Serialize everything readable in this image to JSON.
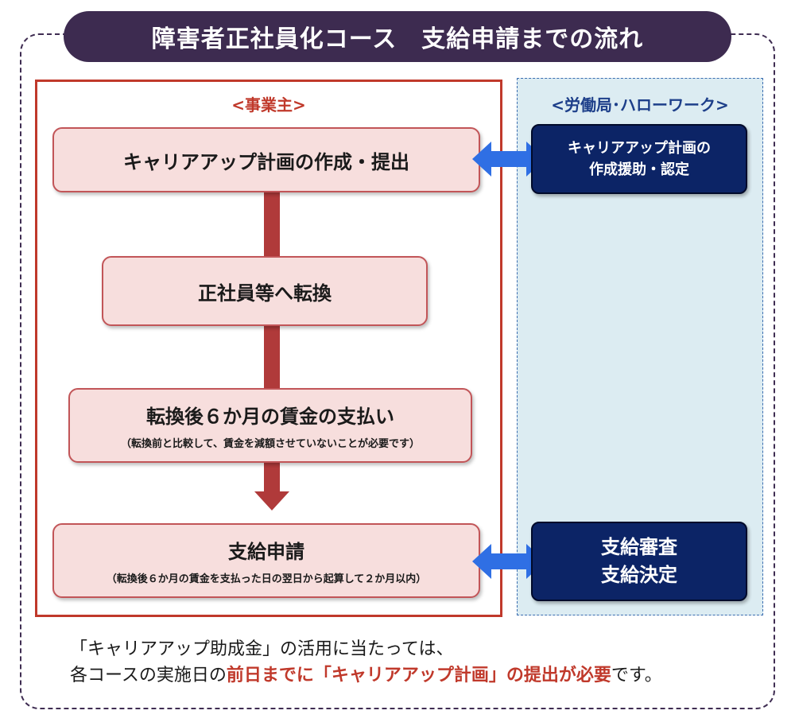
{
  "title": "障害者正社員化コース　支給申請までの流れ",
  "employer": {
    "heading": "<事業主>",
    "steps": [
      {
        "main": "キャリアアップ計画の作成・提出",
        "note": ""
      },
      {
        "main": "正社員等へ転換",
        "note": ""
      },
      {
        "main": "転換後６か月の賃金の支払い",
        "note": "（転換前と比較して、賃金を減額させていないことが必要です）"
      },
      {
        "main": "支給申請",
        "note": "（転換後６か月の賃金を支払った日の翌日から起算して２か月以内）"
      }
    ]
  },
  "bureau": {
    "heading": "<労働局･ハローワーク>",
    "box1": {
      "line1": "キャリアアップ計画の",
      "line2": "作成援助・認定"
    },
    "box2": {
      "line1": "支給審査",
      "line2": "支給決定"
    }
  },
  "footer": {
    "line1": "「キャリアアップ助成金」の活用に当たっては、",
    "line2_prefix": "各コースの実施日の",
    "line2_emphasis": "前日までに「キャリアアップ計画」の提出が必要",
    "line2_suffix": "です。"
  },
  "colors": {
    "title_bg": "#3d2b50",
    "employer_border": "#c0392b",
    "step_fill": "#f7dedd",
    "bureau_bg": "#dcecf2",
    "bureau_box": "#0c2466",
    "arrow_blue": "#2f6fe4",
    "emphasis": "#c0392b"
  }
}
